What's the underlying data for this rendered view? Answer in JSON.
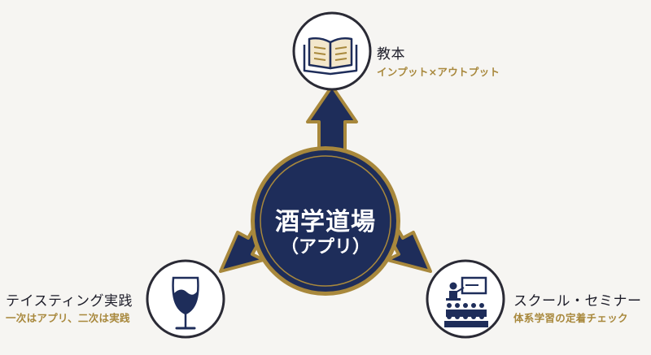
{
  "colors": {
    "navy": "#1e2d5a",
    "gold": "#a8883c",
    "ring": "#2a2a35",
    "text": "#1c1c28"
  },
  "center": {
    "title": "酒学道場",
    "subtitle": "（アプリ）"
  },
  "nodes": {
    "textbook": {
      "title": "教本",
      "subtitle": "インプット×アウトプット",
      "icon": "open-book-icon"
    },
    "tasting": {
      "title": "テイスティング実践",
      "subtitle": "一次はアプリ、二次は実践",
      "icon": "wine-glass-icon"
    },
    "school": {
      "title": "スクール・セミナー",
      "subtitle": "体系学習の定着チェック",
      "icon": "classroom-icon"
    }
  }
}
